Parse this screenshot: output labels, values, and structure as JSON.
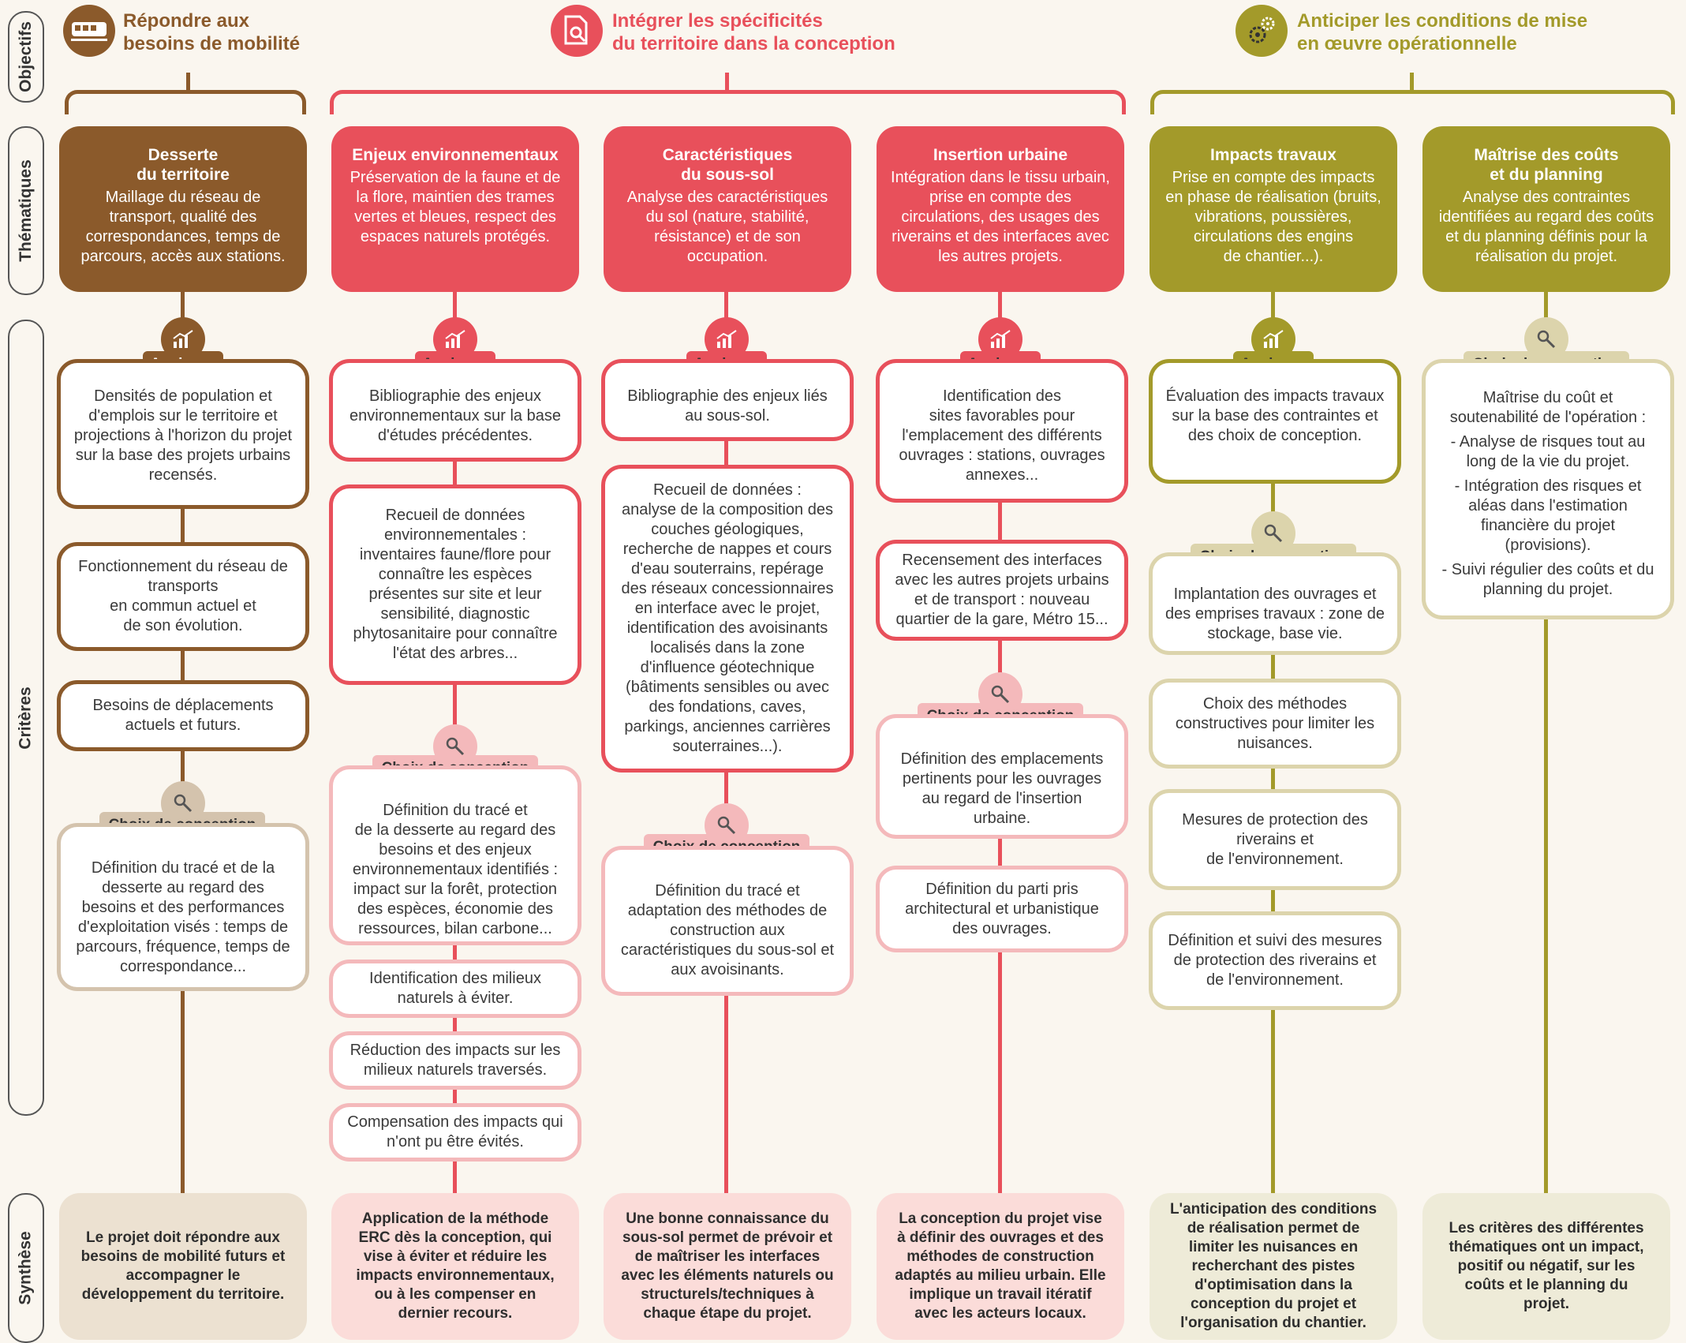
{
  "colors": {
    "brown": "#8b5a2b",
    "brown_light": "#d4c3ad",
    "red": "#e8505b",
    "red_light": "#f4b9bb",
    "olive": "#a39a2a",
    "olive_light": "#dcd4ac",
    "synth_brown": "#ece1d1",
    "synth_red": "#fbdcd9",
    "synth_olive": "#eeebd8"
  },
  "side_labels": {
    "objectifs": "Objectifs",
    "thematiques": "Thématiques",
    "criteres": "Critères",
    "synthese": "Synthèse"
  },
  "objectives": [
    {
      "line1": "Répondre aux",
      "line2": "besoins de mobilité",
      "icon": "train-icon"
    },
    {
      "line1": "Intégrer les spécificités",
      "line2": "du territoire dans la conception",
      "icon": "document-search-icon"
    },
    {
      "line1": "Anticiper les conditions de mise",
      "line2": "en œuvre opérationnelle",
      "icon": "gears-icon"
    }
  ],
  "tags": {
    "analyses": "Analyses",
    "choix": "Choix de conception"
  },
  "columns": [
    {
      "theme_title": "Desserte\ndu territoire",
      "theme_desc": "Maillage du réseau de transport, qualité des correspondances, temps de parcours, accès aux stations.",
      "analyses": [
        "Densités de population et d'emplois sur le territoire et projections à l'horizon du projet sur la base des projets urbains recensés.",
        "Fonctionnement du réseau de transports\nen commun actuel et\nde son évolution.",
        "Besoins de déplacements actuels et futurs."
      ],
      "choix": [
        "Définition du tracé et de la desserte au regard des besoins et des performances d'exploitation visés : temps de parcours, fréquence, temps de correspondance..."
      ],
      "synthese": "Le projet doit répondre aux besoins de mobilité futurs et accompagner le développement du territoire."
    },
    {
      "theme_title": "Enjeux environnementaux",
      "theme_desc": "Préservation de la faune et de la flore, maintien des trames vertes et bleues, respect des espaces naturels protégés.",
      "analyses": [
        "Bibliographie des enjeux environnementaux sur la base d'études précédentes.",
        "Recueil de données environnementales :\ninventaires faune/flore pour connaître les espèces présentes sur site et leur sensibilité, diagnostic phytosanitaire pour connaître l'état des arbres..."
      ],
      "choix": [
        "Définition du tracé et\nde la desserte au regard des besoins et des enjeux environnementaux identifiés : impact sur la forêt, protection des espèces, économie des ressources, bilan carbone...",
        "Identification des milieux naturels à éviter.",
        "Réduction des impacts sur les milieux naturels traversés.",
        "Compensation des impacts qui n'ont pu être évités."
      ],
      "synthese": "Application de la méthode ERC dès la conception, qui vise à éviter et réduire les impacts environnementaux, ou à les compenser en dernier recours."
    },
    {
      "theme_title": "Caractéristiques\ndu sous-sol",
      "theme_desc": "Analyse des caractéristiques du sol (nature, stabilité, résistance) et de son occupation.",
      "analyses": [
        "Bibliographie des enjeux liés au sous-sol.",
        "Recueil de données :\nanalyse de la composition des couches géologiques, recherche de nappes et cours d'eau souterrains, repérage des réseaux concessionnaires en interface avec le projet, identification des avoisinants localisés dans la zone d'influence géotechnique (bâtiments sensibles ou avec des fondations, caves, parkings, anciennes carrières souterraines...)."
      ],
      "choix": [
        "Définition du tracé et adaptation des méthodes de construction aux caractéristiques du sous-sol et aux avoisinants."
      ],
      "synthese": "Une bonne connaissance du sous-sol permet de prévoir et de maîtriser les interfaces avec les éléments naturels ou structurels/techniques à chaque étape du projet."
    },
    {
      "theme_title": "Insertion urbaine",
      "theme_desc": "Intégration dans le tissu urbain, prise en compte des circulations, des usages des riverains et des interfaces avec les autres projets.",
      "analyses": [
        "Identification des\nsites favorables pour l'emplacement des différents ouvrages : stations, ouvrages annexes...",
        "Recensement des interfaces avec les autres projets urbains et de transport : nouveau quartier de la gare, Métro 15..."
      ],
      "choix": [
        "Définition des emplacements pertinents pour les ouvrages au regard de l'insertion urbaine.",
        "Définition du parti pris architectural et urbanistique des ouvrages."
      ],
      "synthese": "La conception du projet vise à définir des ouvrages et des méthodes de construction adaptés au milieu urbain. Elle implique un travail itératif avec les acteurs locaux."
    },
    {
      "theme_title": "Impacts travaux",
      "theme_desc": "Prise en compte des impacts en phase de réalisation (bruits, vibrations, poussières, circulations des engins\nde chantier...).",
      "analyses": [
        "Évaluation des impacts travaux sur la base des contraintes et des choix de conception."
      ],
      "choix": [
        "Implantation des ouvrages et des emprises travaux : zone de stockage, base vie.",
        "Choix des méthodes constructives pour limiter les nuisances.",
        "Mesures de protection des riverains et\nde l'environnement.",
        "Définition et suivi des mesures de protection des riverains et de l'environnement."
      ],
      "synthese": "L'anticipation des conditions de réalisation permet de limiter les nuisances en recherchant des pistes d'optimisation dans la conception du projet et l'organisation du chantier."
    },
    {
      "theme_title": "Maîtrise des coûts\net du planning",
      "theme_desc": "Analyse des contraintes identifiées au regard des coûts et du planning définis pour la réalisation du projet.",
      "choix_intro": "Maîtrise du coût et soutenabilité de l'opération :",
      "choix_items": [
        "- Analyse de risques tout au long de la vie du projet.",
        "- Intégration des risques et aléas dans l'estimation financière du projet (provisions).",
        "- Suivi régulier des coûts et du planning du projet."
      ],
      "synthese": "Les critères des différentes thématiques ont un impact, positif ou négatif, sur les coûts et le planning du projet."
    }
  ]
}
